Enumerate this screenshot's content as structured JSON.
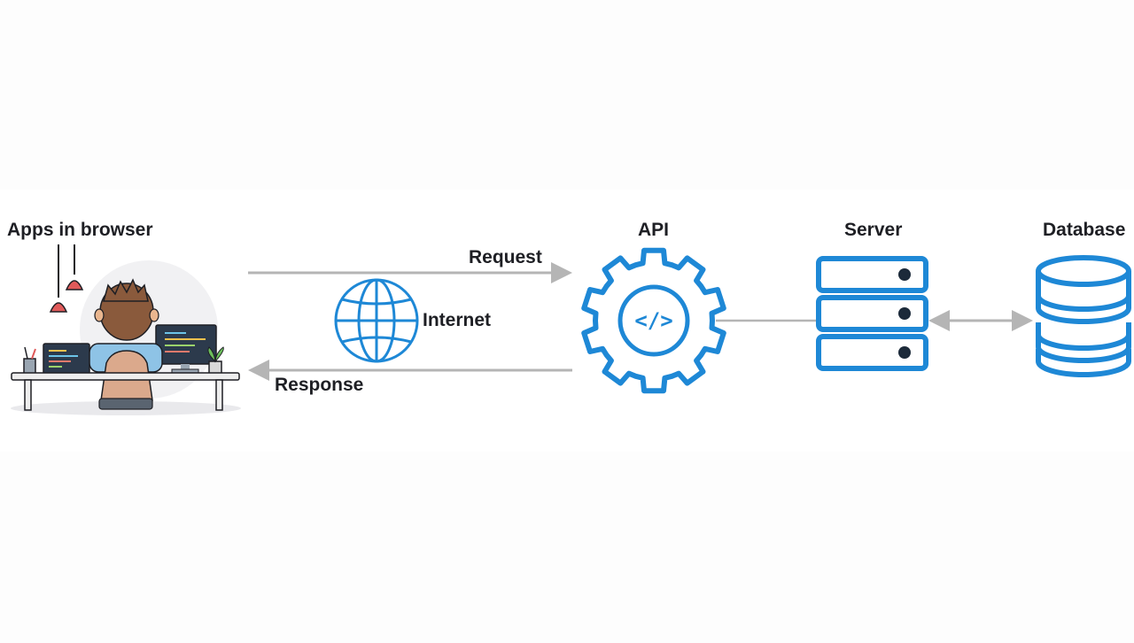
{
  "labels": {
    "apps_in_browser": "Apps in browser",
    "request": "Request",
    "internet": "Internet",
    "response": "Response",
    "api": "API",
    "server": "Server",
    "database": "Database"
  },
  "api_icon_text": "</>",
  "colors": {
    "accent_blue": "#1e88d6",
    "arrow_gray": "#b5b5b5",
    "text_dark": "#1e1f24",
    "dark_navy": "#1c2a3a"
  },
  "icons": [
    "developer-desk-illustration",
    "globe-icon",
    "gear-code-icon",
    "server-rack-icon",
    "database-icon"
  ]
}
